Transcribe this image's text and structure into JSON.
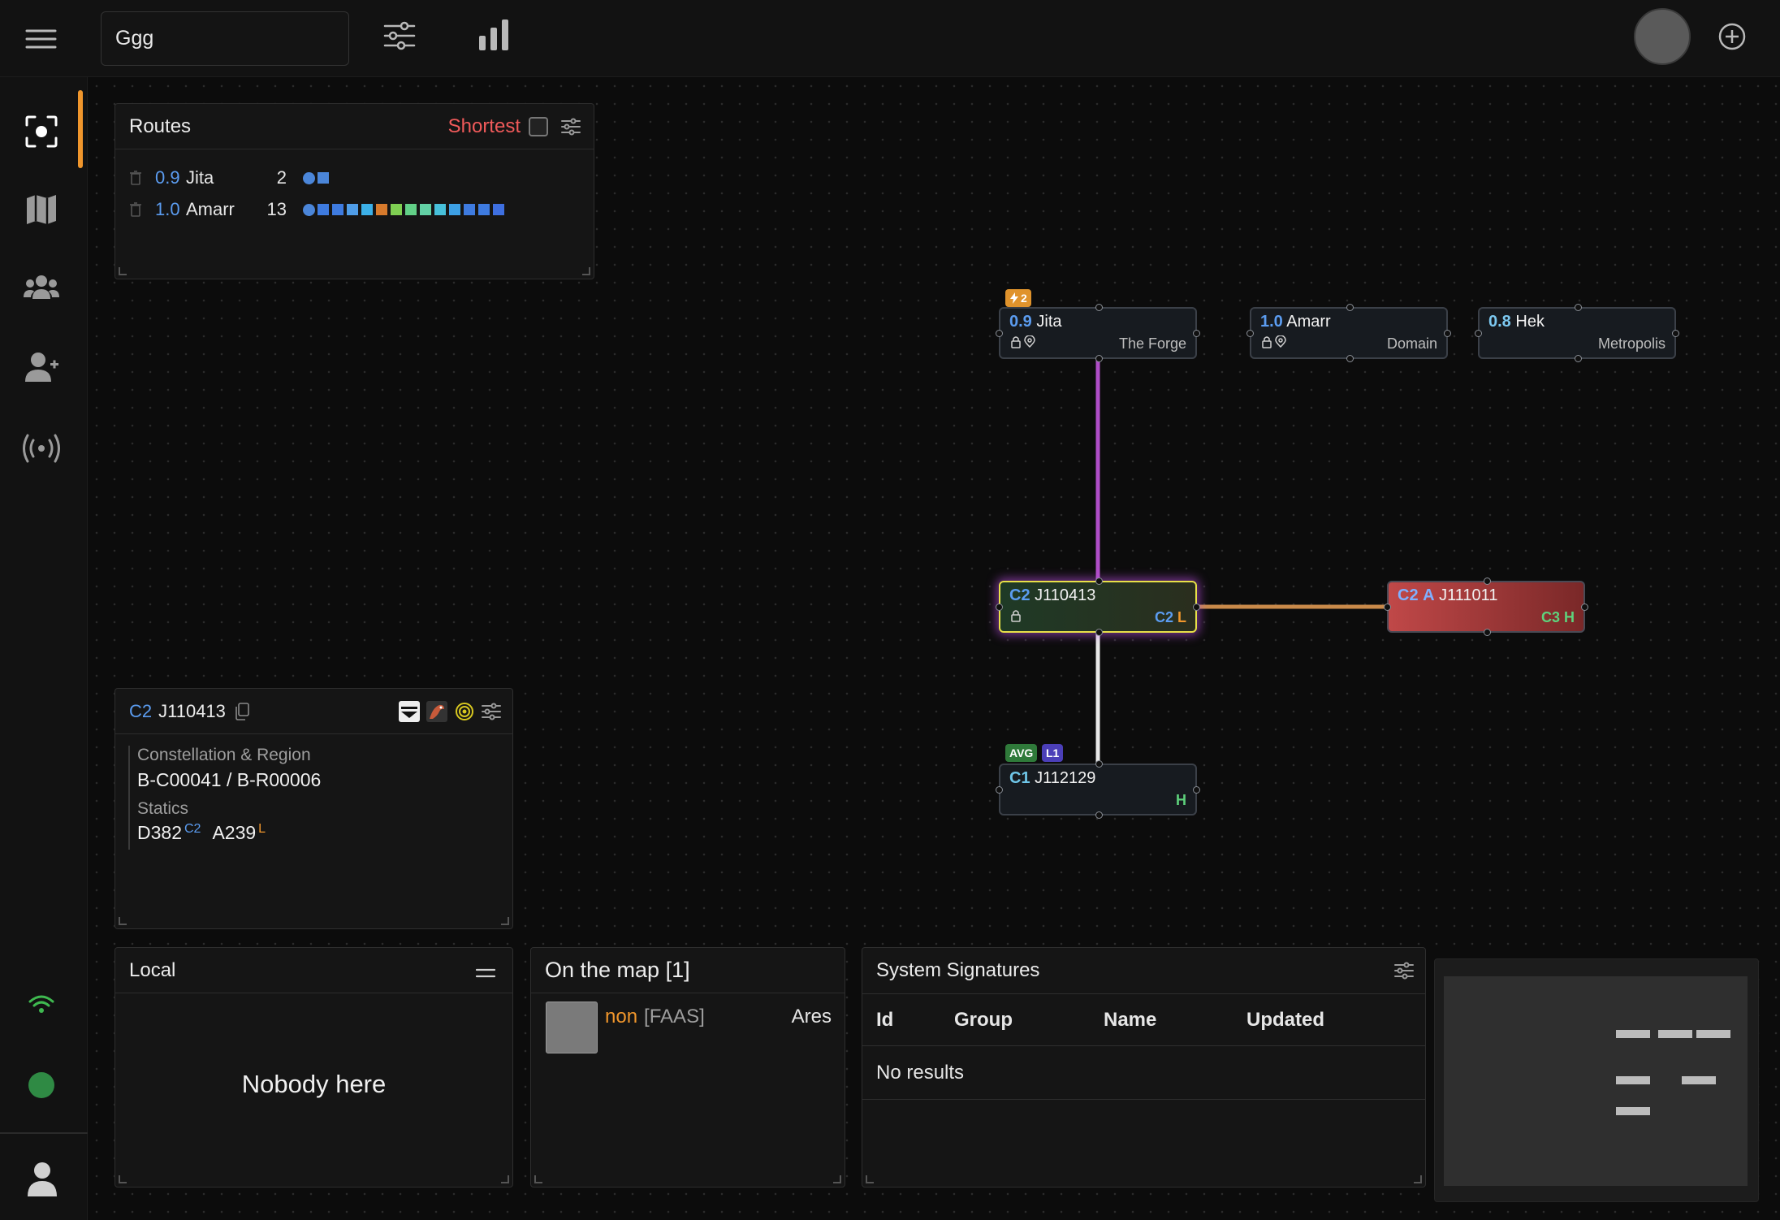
{
  "header": {
    "search_value": "Ggg"
  },
  "routes": {
    "title": "Routes",
    "mode_label": "Shortest",
    "items": [
      {
        "security": "0.9",
        "name": "Jita",
        "jumps": "2",
        "path_colors": [
          "#4b86d9",
          "#4b86d9"
        ]
      },
      {
        "security": "1.0",
        "name": "Amarr",
        "jumps": "13",
        "path_colors": [
          "#4b86d9",
          "#3e7be0",
          "#3e7be0",
          "#4f9de8",
          "#3cb0e8",
          "#d77a2c",
          "#7fcf52",
          "#62d087",
          "#62d0a4",
          "#47c0da",
          "#3da0e5",
          "#3e7be0",
          "#3e7be0",
          "#3e6fe0"
        ]
      }
    ]
  },
  "system_info": {
    "class": "C2",
    "name": "J110413",
    "constellation_label": "Constellation & Region",
    "constellation_value": "B-C00041 / B-R00006",
    "statics_label": "Statics",
    "static1_name": "D382",
    "static1_class": "C2",
    "static2_name": "A239",
    "static2_class": "L"
  },
  "local": {
    "title": "Local",
    "empty_text": "Nobody here"
  },
  "on_the_map": {
    "title": "On the map [1]",
    "char_name": "non",
    "char_corp": "[FAAS]",
    "char_ship": "Ares"
  },
  "signatures": {
    "title": "System Signatures",
    "columns": [
      "Id",
      "Group",
      "Name",
      "Updated"
    ],
    "empty_text": "No results"
  },
  "nodes": {
    "jita": {
      "sec": "0.9",
      "name": "Jita",
      "region": "The Forge",
      "badge": "2"
    },
    "amarr": {
      "sec": "1.0",
      "name": "Amarr",
      "region": "Domain"
    },
    "hek": {
      "sec": "0.8",
      "name": "Hek",
      "region": "Metropolis"
    },
    "j110413": {
      "class": "C2",
      "name": "J110413",
      "static_class": "C2",
      "static_type": "L"
    },
    "j111011": {
      "class": "C2",
      "effect": "A",
      "name": "J111011",
      "static_class": "C3",
      "static_type": "H"
    },
    "j112129": {
      "class": "C1",
      "name": "J112129",
      "static_type": "H",
      "badge_avg": "AVG",
      "badge_l1": "L1"
    }
  },
  "colors": {
    "accent_orange": "#f0962c",
    "security_blue": "#5b9cf0",
    "online_green": "#3fb950"
  }
}
